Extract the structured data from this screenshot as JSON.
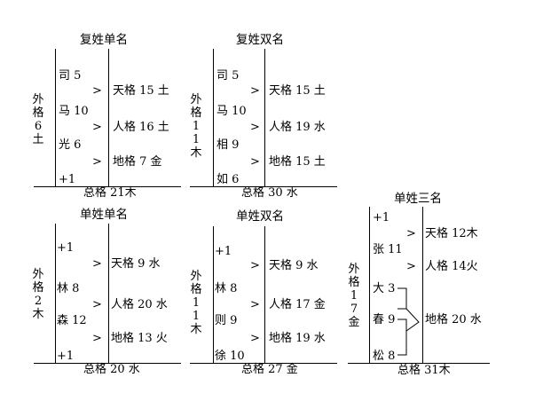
{
  "diagrams": [
    {
      "title": "复姓单名",
      "outer": "外格6土",
      "chars": [
        "司 5",
        "马 10",
        "光 6",
        "+1"
      ],
      "ge": [
        "天格 15 土",
        "人格 16 土",
        "地格 7  金"
      ],
      "total": "总格 21木"
    },
    {
      "title": "复姓双名",
      "outer": "外格11木",
      "chars": [
        "司 5",
        "马 10",
        "相 9",
        "如 6"
      ],
      "ge": [
        "天格 15 土",
        "人格 19 水",
        "地格 15 土"
      ],
      "total": "总格 30 水"
    },
    {
      "title": "单姓单名",
      "outer": "外格2木",
      "chars": [
        "+1",
        "林 8",
        "森 12",
        "+1"
      ],
      "ge": [
        "天格 9 水",
        "人格 20 水",
        "地格 13 火"
      ],
      "total": "总格 20 水"
    },
    {
      "title": "单姓双名",
      "outer": "外格11木",
      "chars": [
        "+1",
        "林 8",
        "则 9",
        "徐 10"
      ],
      "ge": [
        "天格 9 水",
        "人格 17 金",
        "地格 19 水"
      ],
      "total": "总格 27 金"
    },
    {
      "title": "单姓三名",
      "outer": "外格17金",
      "chars": [
        "+1",
        "张 11",
        "大 3",
        "春 9",
        "松 8"
      ],
      "ge": [
        "天格 12木",
        "人格 14火",
        "地格 20 水"
      ],
      "total": "总格 31木"
    }
  ],
  "arrow": ">"
}
